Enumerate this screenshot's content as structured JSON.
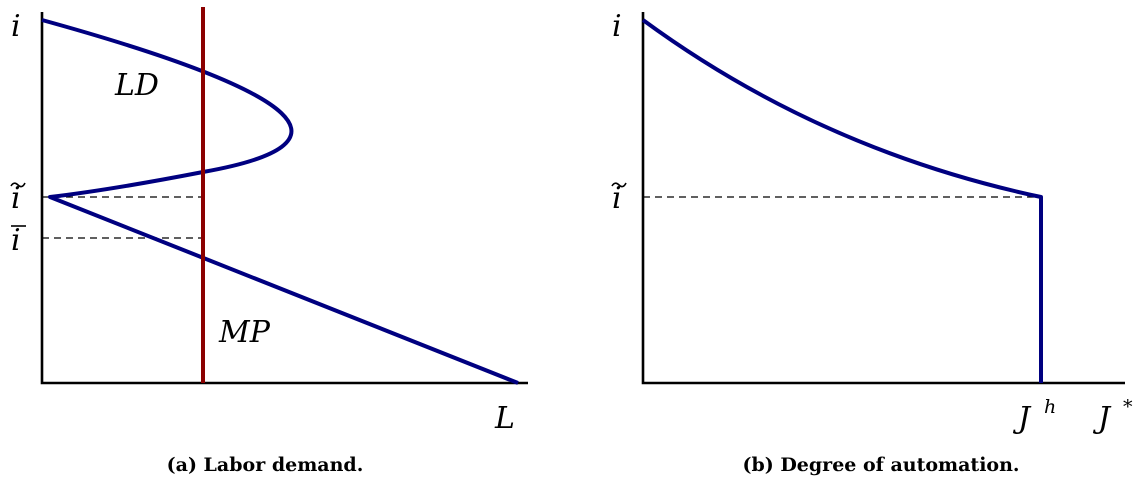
{
  "panels": {
    "a": {
      "caption": "(a) Labor demand.",
      "y_axis_label": "i",
      "x_axis_label": "L",
      "tick_i_tilde": "i",
      "tick_i_bar": "i",
      "curve_label_ld": "LD",
      "curve_label_mp": "MP"
    },
    "b": {
      "caption": "(b) Degree of automation.",
      "y_axis_label": "i",
      "tick_i_tilde": "i",
      "tick_jh_base": "J",
      "tick_jh_sup": "h",
      "x_axis_base": "J",
      "x_axis_sup": "*"
    }
  },
  "colors": {
    "demand_curve": "#000080",
    "supply_line": "#8b0000",
    "axes": "#000000"
  }
}
